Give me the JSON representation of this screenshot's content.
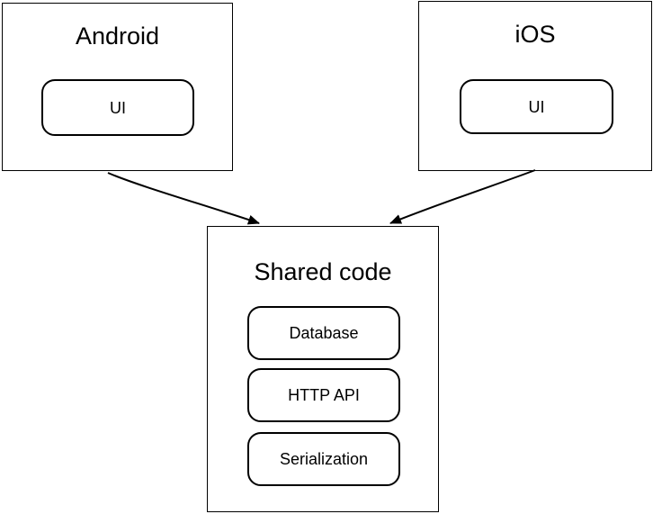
{
  "diagram": {
    "colors": {
      "stroke": "#000000",
      "background": "#ffffff"
    },
    "nodes": {
      "android": {
        "title": "Android",
        "children": [
          {
            "label": "UI"
          }
        ]
      },
      "ios": {
        "title": "iOS",
        "children": [
          {
            "label": "UI"
          }
        ]
      },
      "shared": {
        "title": "Shared code",
        "children": [
          {
            "label": "Database"
          },
          {
            "label": "HTTP API"
          },
          {
            "label": "Serialization"
          }
        ]
      }
    },
    "edges": [
      {
        "from": "Android",
        "to": "Shared code"
      },
      {
        "from": "iOS",
        "to": "Shared code"
      }
    ]
  }
}
